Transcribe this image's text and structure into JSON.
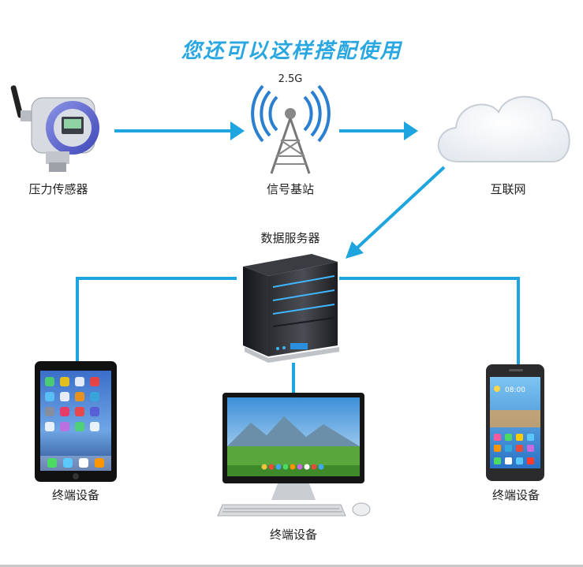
{
  "title": "您还可以这样搭配使用",
  "nodes": {
    "sensor": "压力传感器",
    "tower": "信号基站",
    "tower_badge": "2.5G",
    "internet": "互联网",
    "server": "数据服务器",
    "tablet": "终端设备",
    "desktop": "终端设备",
    "phone": "终端设备"
  },
  "phone_clock": "08:00",
  "colors": {
    "title": "#2aa7e0",
    "connector": "#1ea4df",
    "server_glow": "#3fb6ff"
  }
}
